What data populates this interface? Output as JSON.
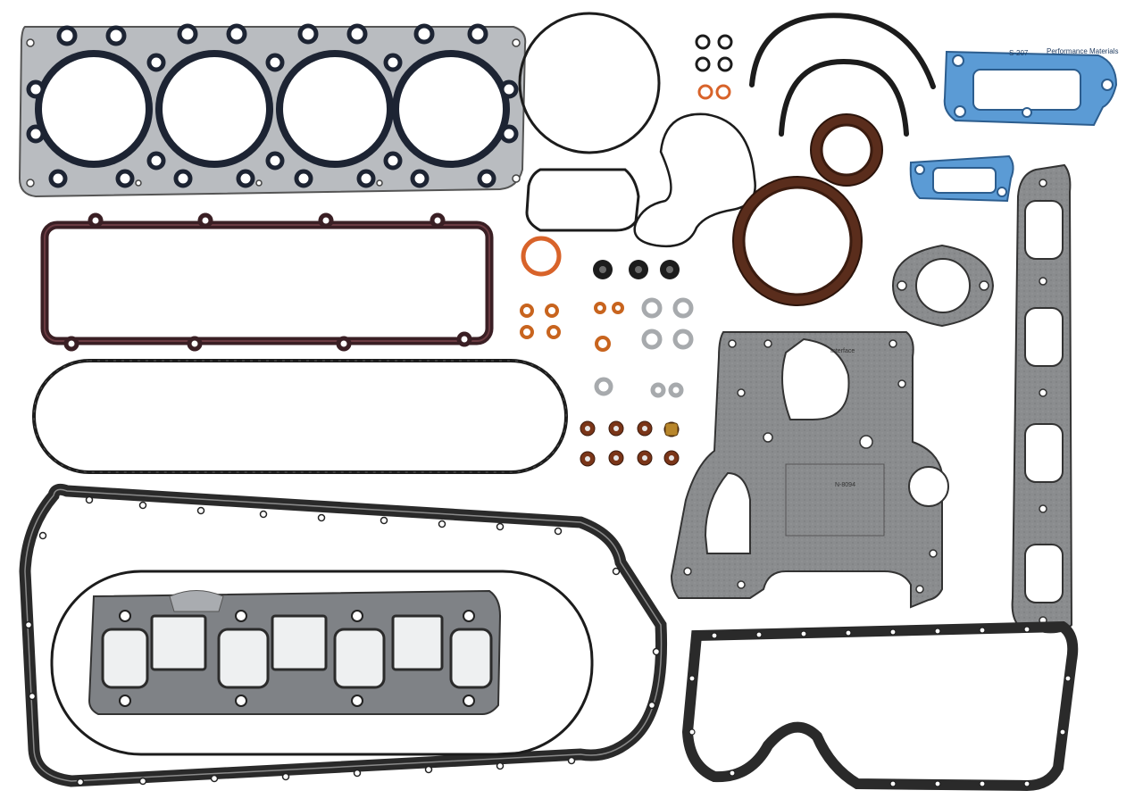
{
  "scene": {
    "description_labels": {
      "valve_cover_label_1": "S-207",
      "valve_cover_label_2": "Performance Materials",
      "timing_label_1": "Interface",
      "timing_label_2": "N-8094"
    }
  },
  "colors": {
    "steel": "#b9bcc0",
    "black_rubber": "#1c1c1c",
    "fiber_gray": "#8d8f91",
    "blue_gasket": "#5b9bd5",
    "copper": "#c8641e",
    "brown_seal": "#5a2d1c"
  }
}
